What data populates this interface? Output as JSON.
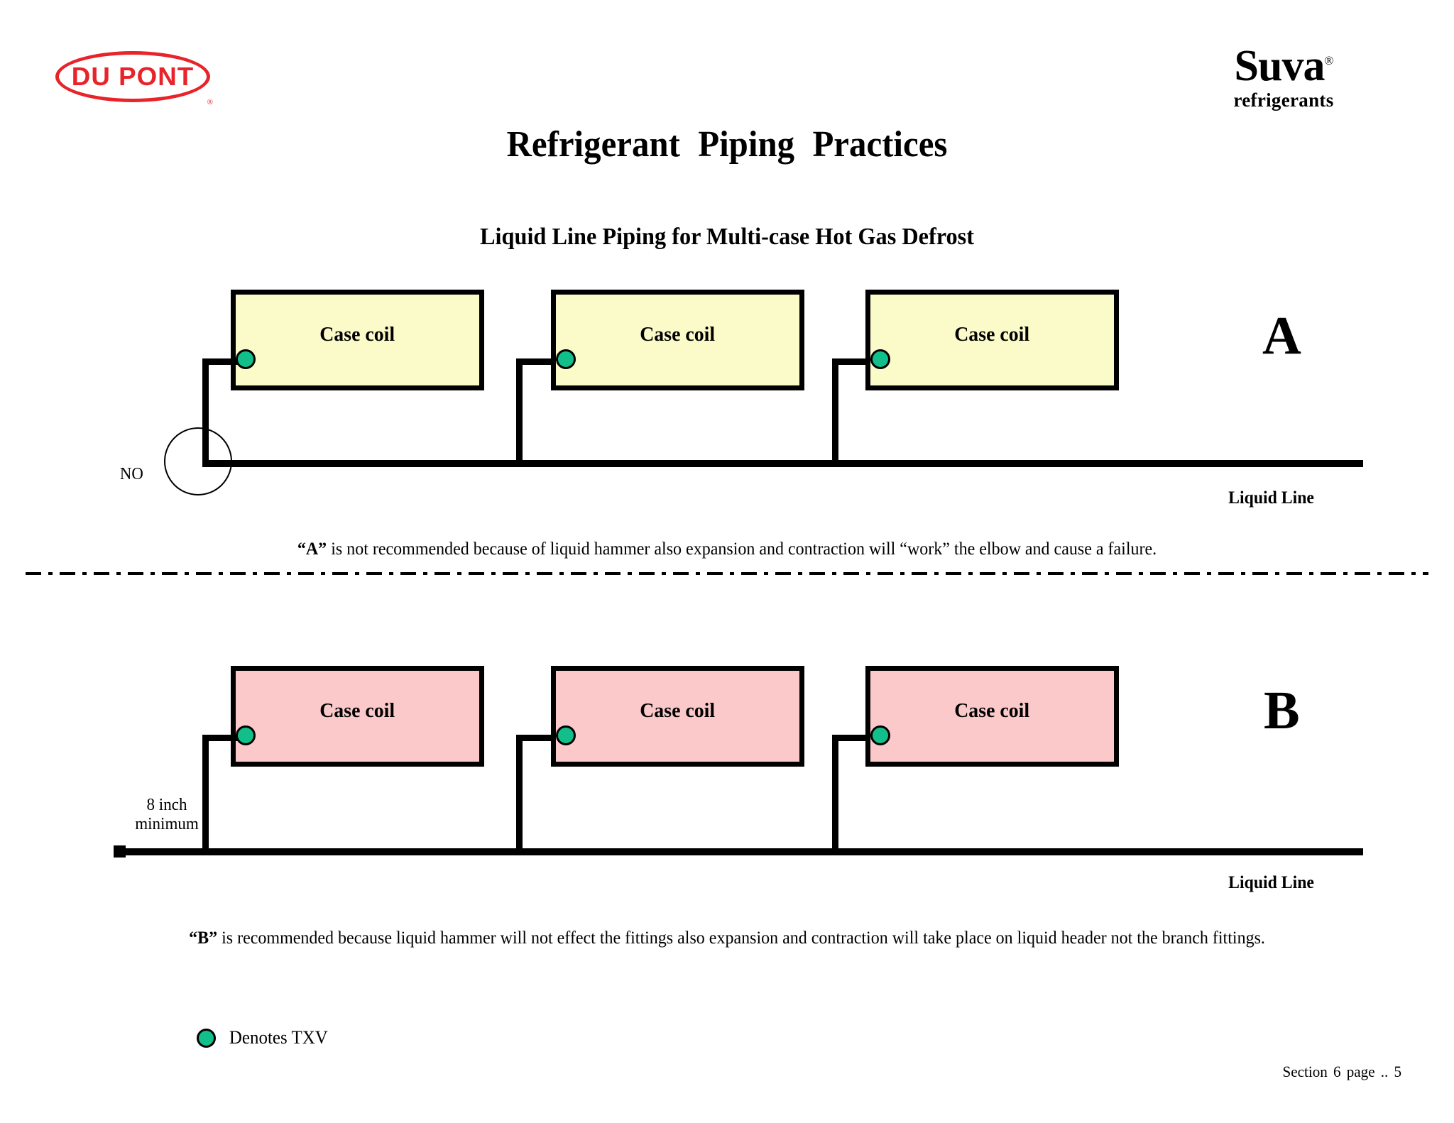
{
  "brand": {
    "dupont_logo_text": "DU PONT",
    "dupont_reg": "®",
    "dupont_color": "#e8232a",
    "suva_word": "Suva",
    "suva_reg": "®",
    "suva_sub": "refrigerants"
  },
  "header": {
    "title": "Refrigerant  Piping  Practices",
    "subtitle": "Liquid Line Piping for Multi-case Hot Gas Defrost"
  },
  "diagram_a": {
    "letter": "A",
    "coil_label": "Case coil",
    "coils": [
      {
        "label": "Case coil"
      },
      {
        "label": "Case coil"
      },
      {
        "label": "Case coil"
      }
    ],
    "no_label": "NO",
    "liquid_line_label": "Liquid Line",
    "box_fill": "#fbfbc9",
    "caption_bold": "“A”",
    "caption_rest": " is not recommended because of liquid hammer also expansion and contraction will “work” the elbow and cause a failure."
  },
  "diagram_b": {
    "letter": "B",
    "coils": [
      {
        "label": "Case coil"
      },
      {
        "label": "Case coil"
      },
      {
        "label": "Case coil"
      }
    ],
    "dimension_line1": "8 inch",
    "dimension_line2": "minimum",
    "liquid_line_label": "Liquid Line",
    "box_fill": "#fbc9ca",
    "caption_bold": "“B”",
    "caption_rest": " is recommended because liquid hammer will not effect the fittings also expansion and contraction will take place on liquid header not the branch fittings."
  },
  "legend": {
    "symbol_color": "#12bf8a",
    "text": "Denotes TXV"
  },
  "footer": {
    "text": "Section 6  page  .. 5"
  }
}
